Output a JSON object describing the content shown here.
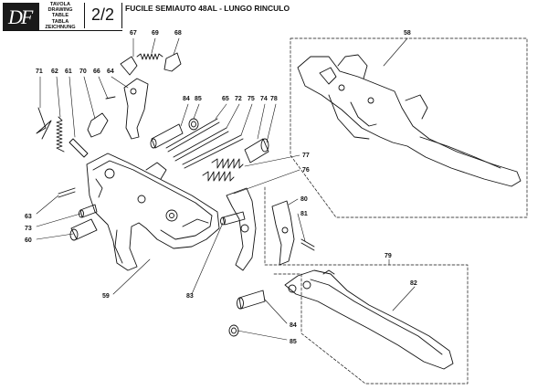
{
  "header": {
    "logo_text": "DF",
    "table_words": [
      "TAVOLA",
      "DRAWING",
      "TABLE",
      "TABLA",
      "ZEICHNUNG"
    ],
    "page_number": "2/2",
    "title": "FUCILE SEMIAUTO 48AL - LUNGO RINCULO"
  },
  "callouts": [
    {
      "id": "c67",
      "label": "67"
    },
    {
      "id": "c69",
      "label": "69"
    },
    {
      "id": "c68",
      "label": "68"
    },
    {
      "id": "c58",
      "label": "58"
    },
    {
      "id": "c71",
      "label": "71"
    },
    {
      "id": "c62",
      "label": "62"
    },
    {
      "id": "c61",
      "label": "61"
    },
    {
      "id": "c70",
      "label": "70"
    },
    {
      "id": "c66",
      "label": "66"
    },
    {
      "id": "c64",
      "label": "64"
    },
    {
      "id": "c84a",
      "label": "84"
    },
    {
      "id": "c85a",
      "label": "85"
    },
    {
      "id": "c65",
      "label": "65"
    },
    {
      "id": "c72",
      "label": "72"
    },
    {
      "id": "c75",
      "label": "75"
    },
    {
      "id": "c74",
      "label": "74"
    },
    {
      "id": "c78",
      "label": "78"
    },
    {
      "id": "c77",
      "label": "77"
    },
    {
      "id": "c76",
      "label": "76"
    },
    {
      "id": "c80",
      "label": "80"
    },
    {
      "id": "c81",
      "label": "81"
    },
    {
      "id": "c63",
      "label": "63"
    },
    {
      "id": "c73",
      "label": "73"
    },
    {
      "id": "c60",
      "label": "60"
    },
    {
      "id": "c79",
      "label": "79"
    },
    {
      "id": "c82",
      "label": "82"
    },
    {
      "id": "c59",
      "label": "59"
    },
    {
      "id": "c83",
      "label": "83"
    },
    {
      "id": "c84b",
      "label": "84"
    },
    {
      "id": "c85b",
      "label": "85"
    }
  ]
}
